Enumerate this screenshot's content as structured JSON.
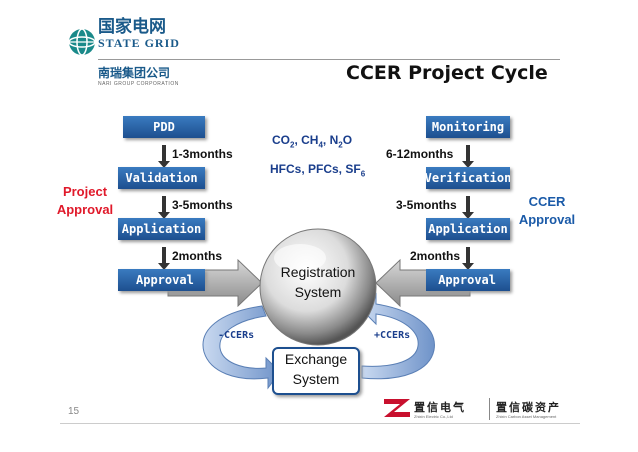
{
  "header": {
    "company_cn": "国家电网",
    "company_en": "STATE GRID",
    "group_cn": "南瑞集团公司",
    "group_en": "NARI GROUP CORPORATION",
    "slide_title": "CCER Project Cycle"
  },
  "left_flow": {
    "steps": [
      "PDD",
      "Validation",
      "Application",
      "Approval"
    ],
    "durations": [
      "1-3months",
      "3-5months",
      "2months"
    ],
    "label": "Project\nApproval"
  },
  "right_flow": {
    "steps": [
      "Monitoring",
      "Verification",
      "Application",
      "Approval"
    ],
    "durations": [
      "6-12months",
      "3-5months",
      "2months"
    ],
    "label": "CCER\nApproval"
  },
  "gases": {
    "co2": "CO",
    "co2_sub": "2",
    "ch4": "CH",
    "ch4_sub": "4",
    "n2o": "N",
    "n2o_sub": "2",
    "n2o_tail": "O",
    "hfcs": "HFCs, PFCs, SF",
    "sf6_sub": "6"
  },
  "center": {
    "registration": "Registration\nSystem",
    "exchange": "Exchange\nSystem",
    "minus_ccers": "-CCERs",
    "plus_ccers": "+CCERs"
  },
  "footer": {
    "page_number": "15",
    "brand1_cn": "置信电气",
    "brand1_en": "Zhixin Electric Co.,Ltd",
    "brand2_cn": "置信碳资产",
    "brand2_en": "Zhixin Carbon Asset Management"
  },
  "colors": {
    "box_blue": "#1d4f8f",
    "label_red": "#e0192a",
    "label_blue": "#1a5aa8",
    "gas_blue": "#1a3e8c",
    "footer_red": "#c8102e"
  }
}
